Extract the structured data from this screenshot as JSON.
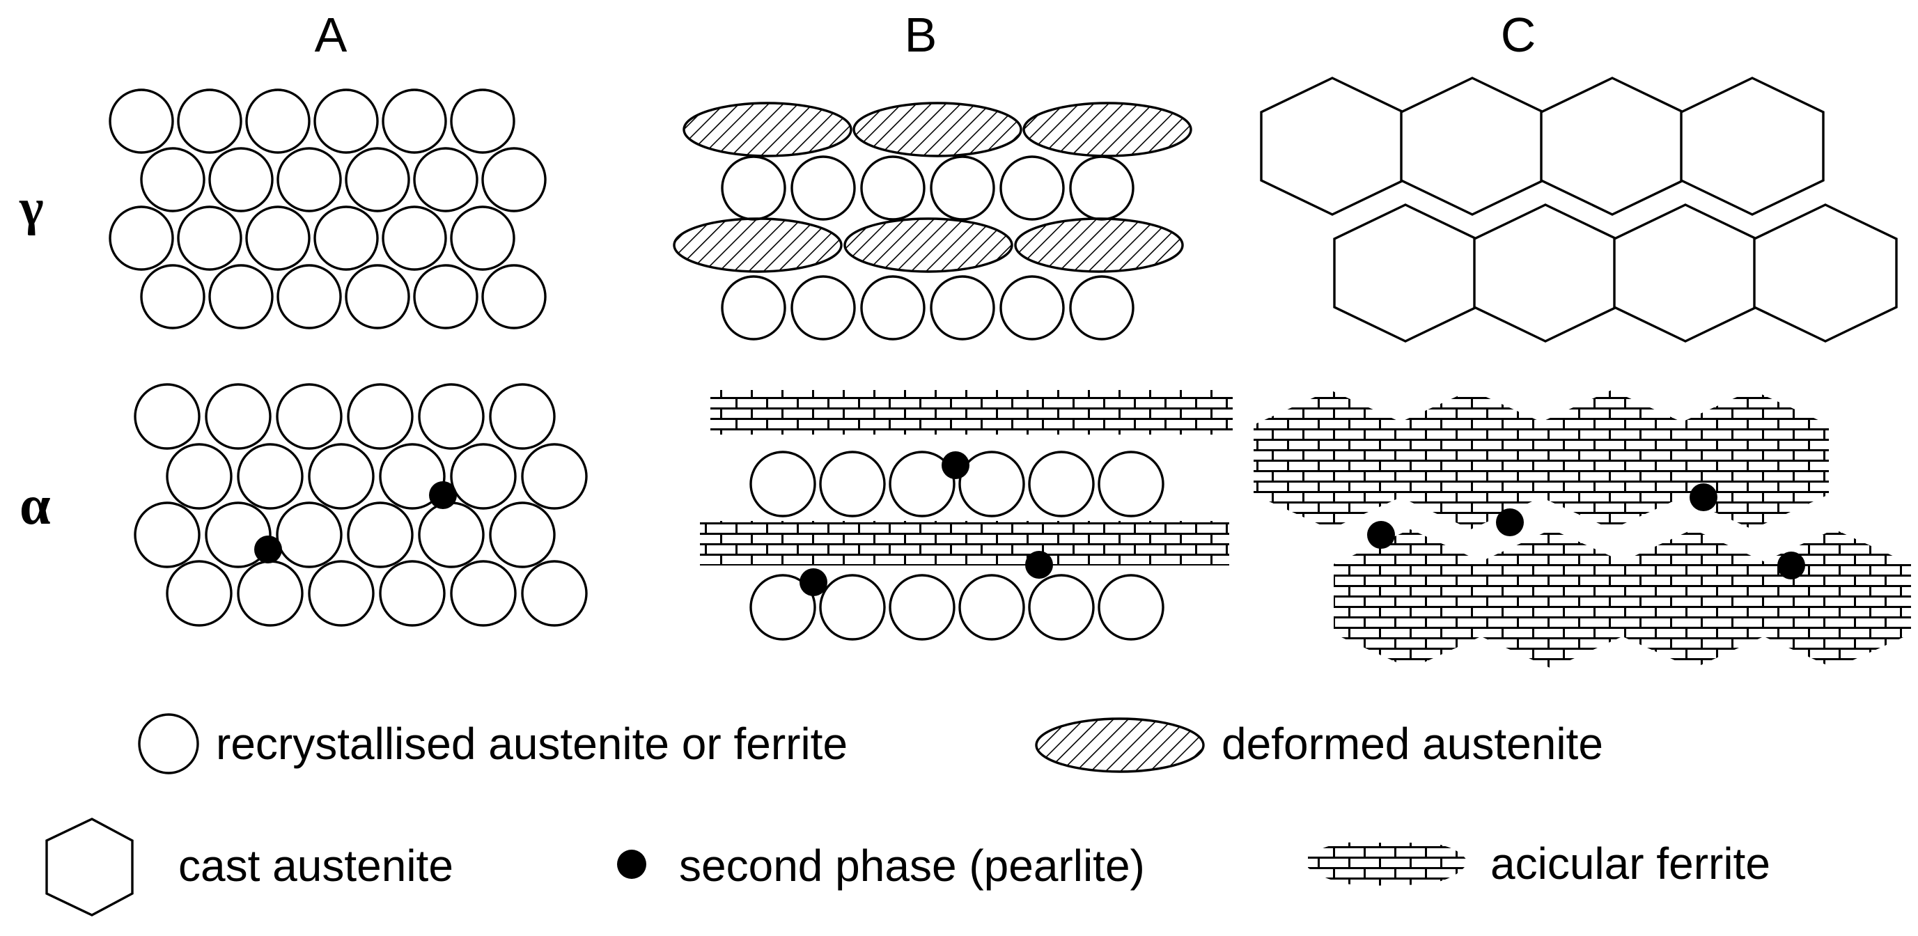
{
  "columns": {
    "a": "A",
    "b": "B",
    "c": "C"
  },
  "rows": {
    "gamma": "γ",
    "alpha": "α"
  },
  "legend": {
    "recrystallised": "recrystallised austenite or ferrite",
    "deformed": "deformed austenite",
    "cast": "cast austenite",
    "second_phase": "second phase (pearlite)",
    "acicular": "acicular ferrite"
  },
  "colors": {
    "ink": "#000000",
    "background": "#ffffff"
  }
}
